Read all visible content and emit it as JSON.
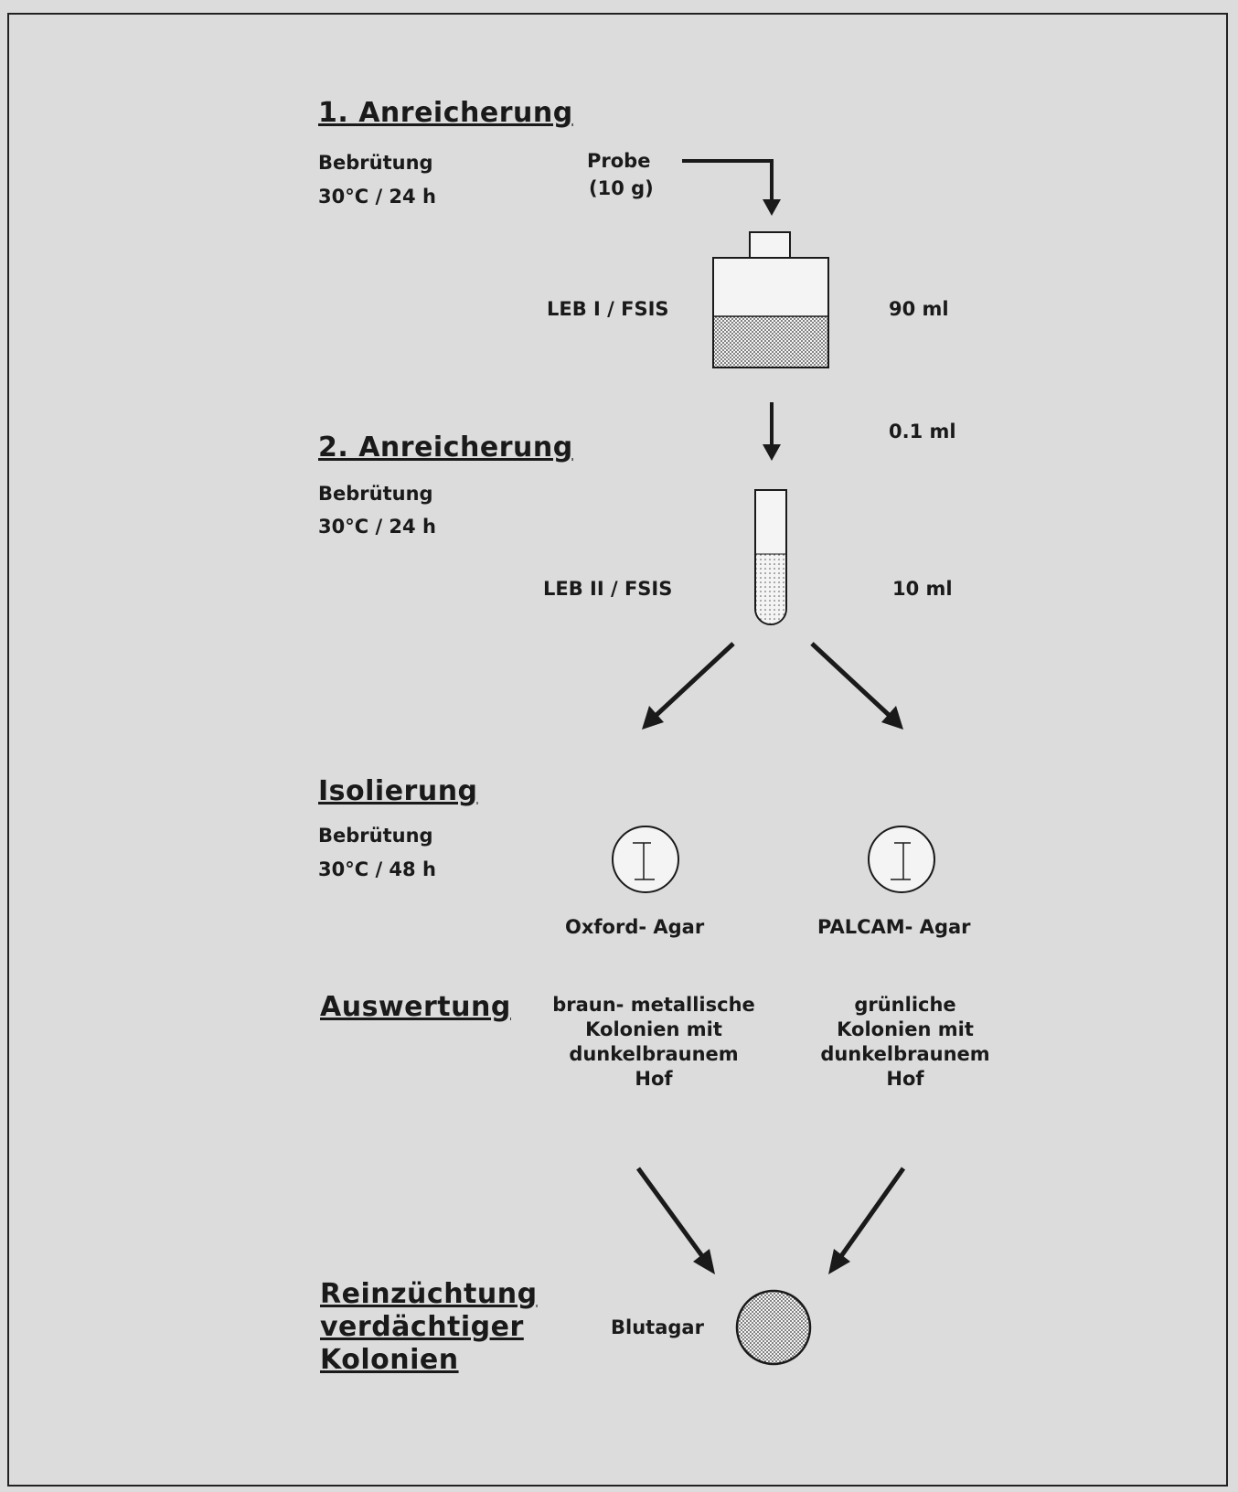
{
  "steps": {
    "enrichment1": {
      "title": "1. Anreicherung",
      "incubation_label": "Bebrütung",
      "incubation_value": "30°C / 24 h"
    },
    "enrichment2": {
      "title": "2. Anreicherung",
      "incubation_label": "Bebrütung",
      "incubation_value": "30°C / 24 h"
    },
    "isolation": {
      "title": "Isolierung",
      "incubation_label": "Bebrütung",
      "incubation_value": "30°C / 48 h"
    },
    "evaluation": {
      "title": "Auswertung"
    },
    "purification": {
      "title_line1": "Reinzüchtung",
      "title_line2": "verdächtiger",
      "title_line3": "Kolonien"
    }
  },
  "sample": {
    "line1": "Probe",
    "line2": "(10 g)"
  },
  "bottle": {
    "label": "LEB I / FSIS",
    "volume": "90 ml"
  },
  "transfer": {
    "volume": "0.1 ml"
  },
  "tube": {
    "label": "LEB II / FSIS",
    "volume": "10 ml"
  },
  "agars": {
    "oxford": {
      "label": "Oxford- Agar",
      "result_line1": "braun- metallische",
      "result_line2": "Kolonien mit",
      "result_line3": "dunkelbraunem",
      "result_line4": "Hof"
    },
    "palcam": {
      "label": "PALCAM- Agar",
      "result_line1": "grünliche",
      "result_line2": "Kolonien mit",
      "result_line3": "dunkelbraunem",
      "result_line4": "Hof"
    }
  },
  "blood_agar": {
    "label": "Blutagar"
  }
}
